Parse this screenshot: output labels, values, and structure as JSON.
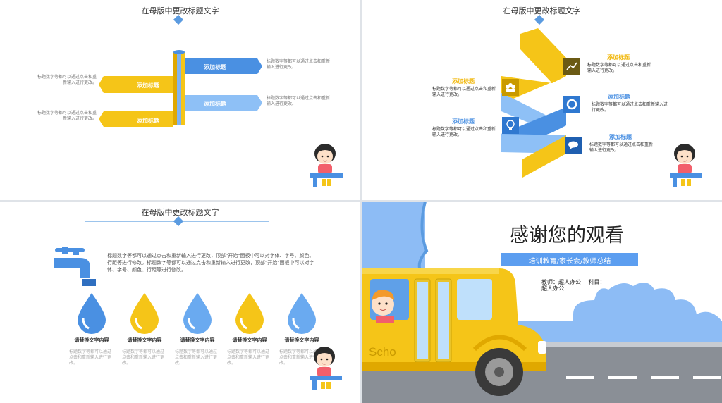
{
  "slide1": {
    "title": "在母版中更改标题文字",
    "bars": [
      {
        "label": "添加标题",
        "desc": "标题数字等都可以通过点击和重新输入进行更改。"
      },
      {
        "label": "添加标题",
        "desc": "标题数字等都可以通过点击和重新输入进行更改。"
      },
      {
        "label": "添加标题",
        "desc": "标题数字等都可以通过点击和重新输入进行更改。"
      },
      {
        "label": "添加标题",
        "desc": "标题数字等都可以通过点击和重新输入进行更改。"
      }
    ]
  },
  "slide2": {
    "title": "在母版中更改标题文字",
    "items": [
      {
        "label": "添加标题",
        "desc": "标题数字等都可以通过点击和重新输入进行更改。"
      },
      {
        "label": "添加标题",
        "desc": "标题数字等都可以通过点击和重新输入进行更改。"
      },
      {
        "label": "添加标题",
        "desc": "标题数字等都可以通过点击和重新输入进行更改。"
      },
      {
        "label": "添加标题",
        "desc": "标题数字等都可以通过点击和重新输入进行更改。"
      },
      {
        "label": "添加标题",
        "desc": "标题数字等都可以通过点击和重新输入进行更改。"
      }
    ]
  },
  "slide3": {
    "title": "在母版中更改标题文字",
    "paragraph": "标题数字等都可以通过点击和重新输入进行更改，顶部\"开始\"面板中可以对字体、字号、颜色、行距等进行修改。标题数字等都可以通过点击和重新输入进行更改，顶部\"开始\"面板中可以对字体、字号、颜色、行距等进行修改。",
    "drops": [
      {
        "title": "请替换文字内容",
        "desc": "标题数字等都可以通过点击和重新输入进行更改。"
      },
      {
        "title": "请替换文字内容",
        "desc": "标题数字等都可以通过点击和重新输入进行更改。"
      },
      {
        "title": "请替换文字内容",
        "desc": "标题数字等都可以通过点击和重新输入进行更改。"
      },
      {
        "title": "请替换文字内容",
        "desc": "标题数字等都可以通过点击和重新输入进行更改。"
      },
      {
        "title": "请替换文字内容",
        "desc": "标题数字等都可以通过点击和重新输入进行更改。"
      }
    ]
  },
  "slide4": {
    "title": "感谢您的观看",
    "subtitle": "培训教育/家长会/教师总结",
    "teacher": "教师：超人办公",
    "subject": "科目：",
    "author": "超人办公",
    "bus_text": "Scho"
  },
  "colors": {
    "blue": "#5b9be0",
    "light_blue": "#8ec0f6",
    "yellow": "#f5c518",
    "sky": "#8dbcf5"
  }
}
